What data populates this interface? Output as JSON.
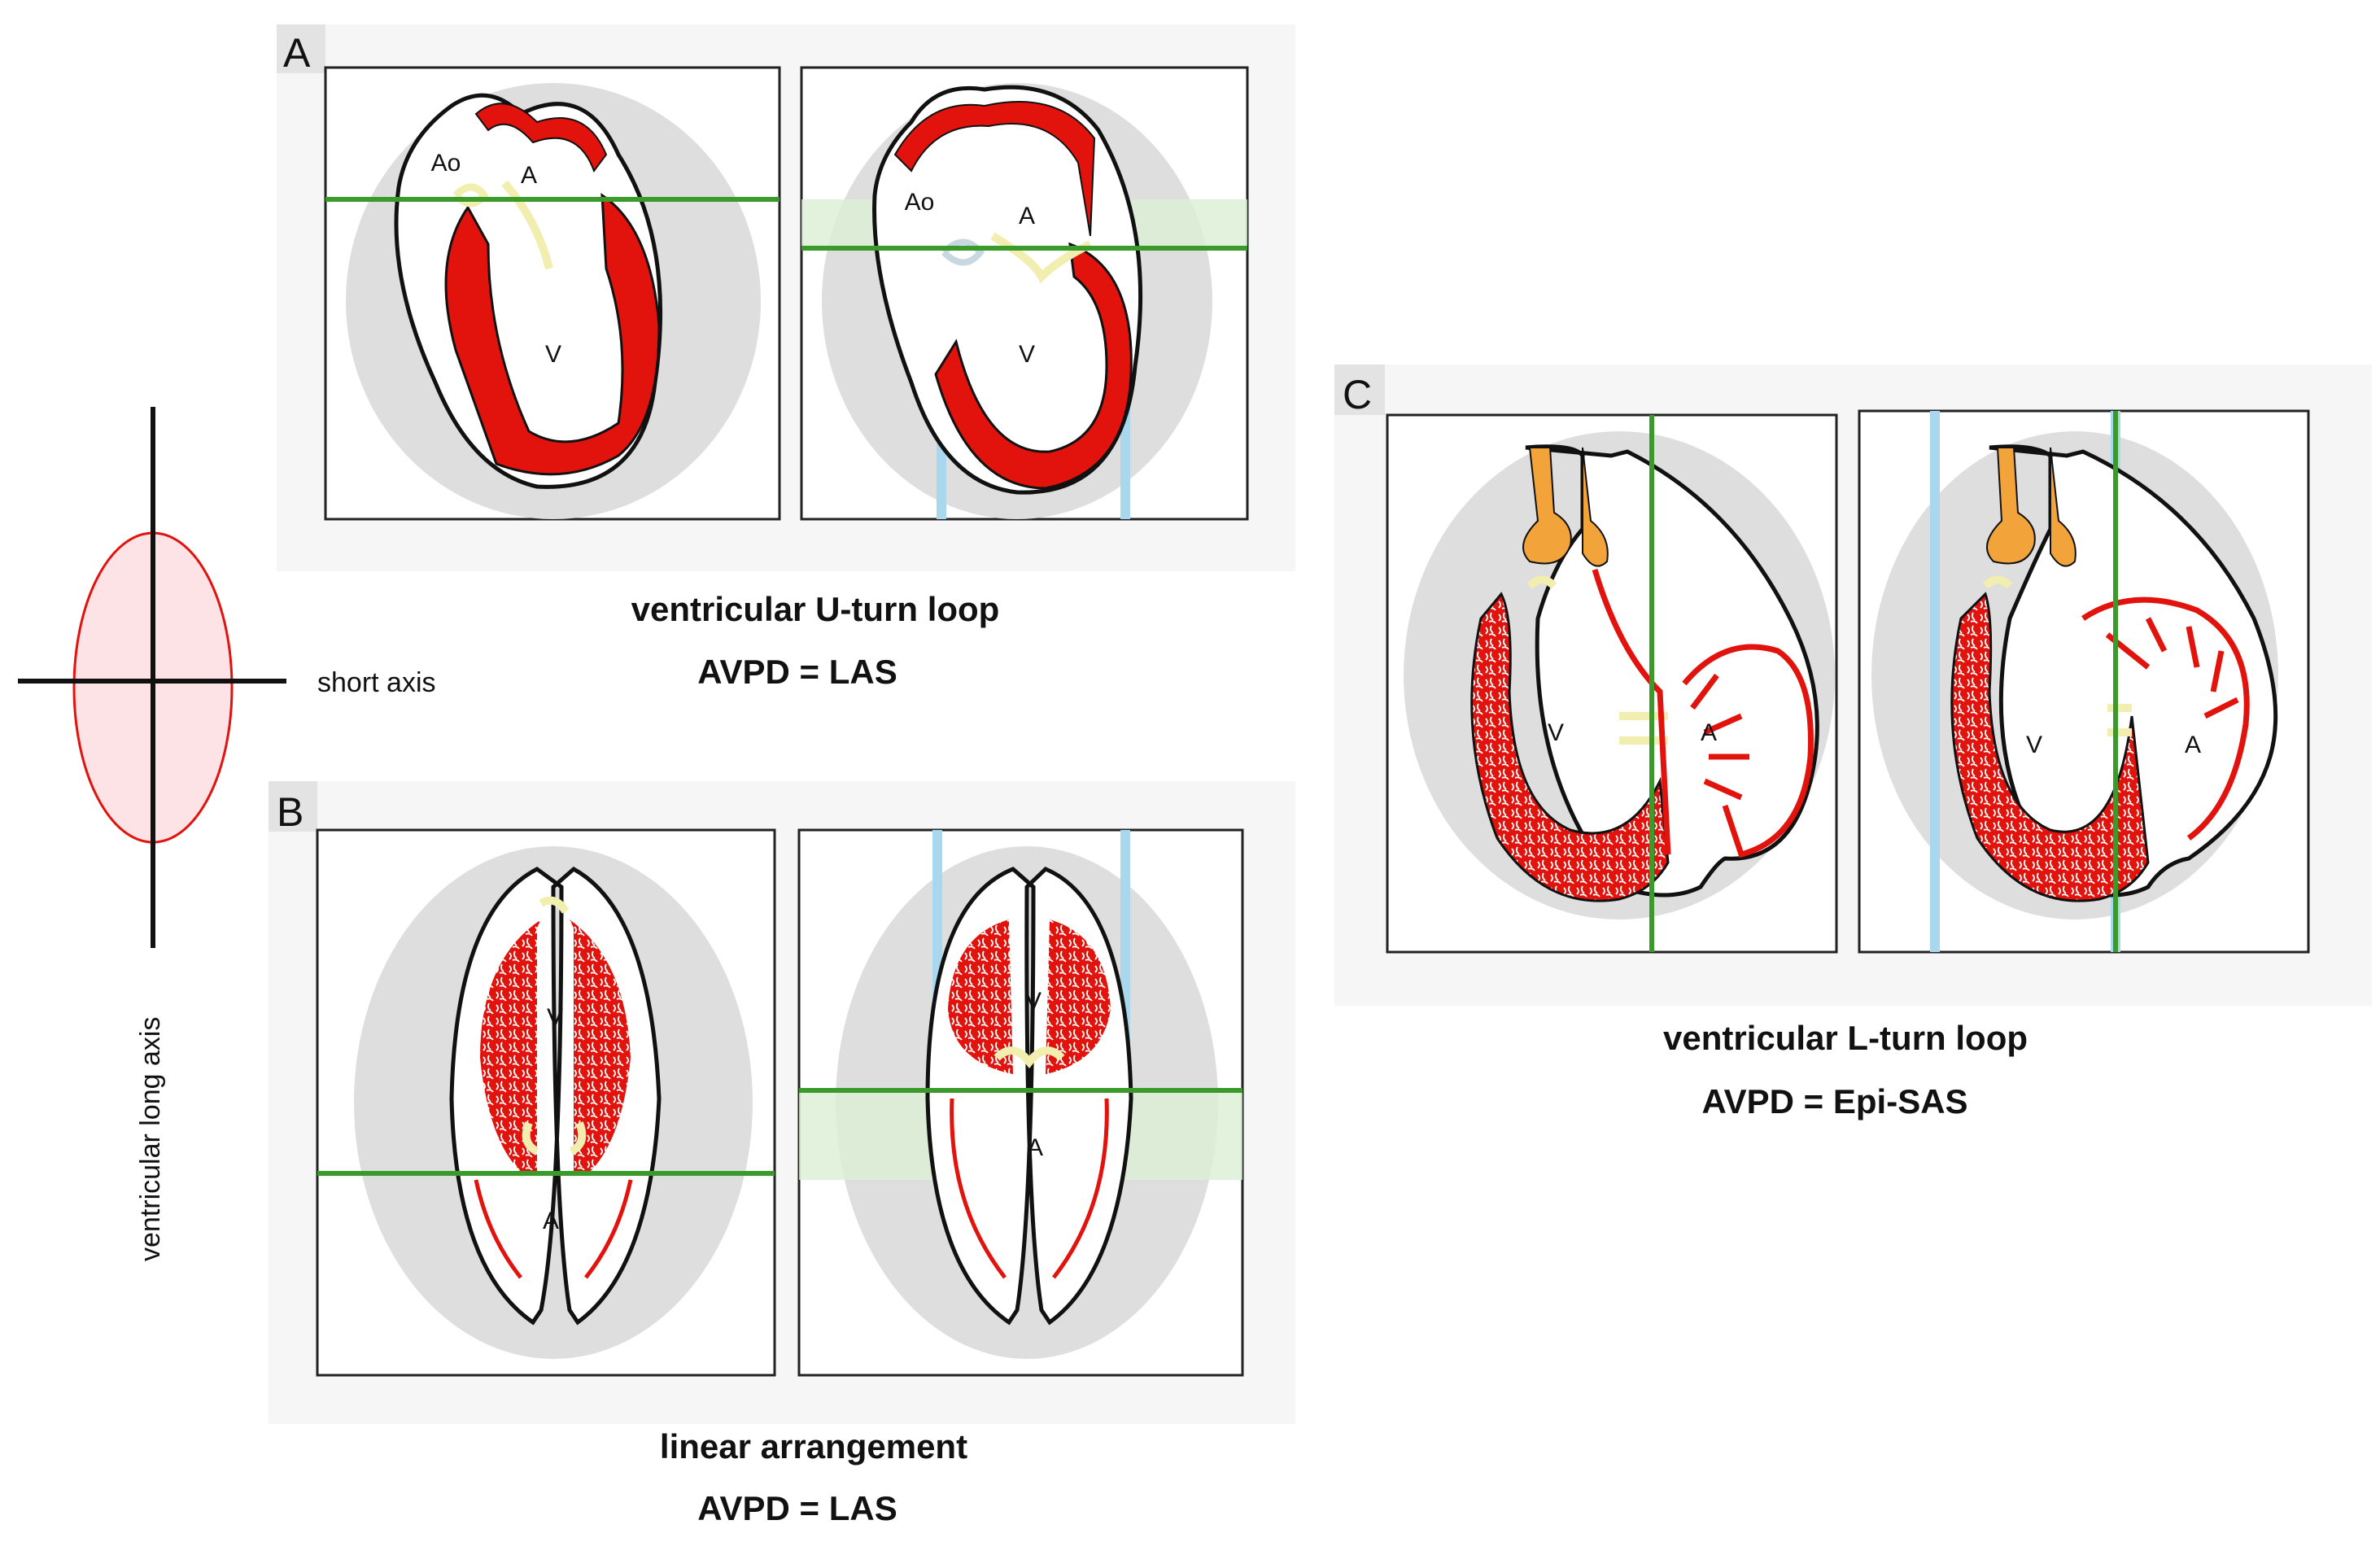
{
  "panels": {
    "A": {
      "label": "A",
      "caption_line1": "ventricular U-turn loop",
      "caption_line2": "AVPD = LAS"
    },
    "B": {
      "label": "B",
      "caption_line1": "linear arrangement",
      "caption_line2": "AVPD = LAS"
    },
    "C": {
      "label": "C",
      "caption_line1": "ventricular L-turn loop",
      "caption_line2": "AVPD = Epi-SAS"
    }
  },
  "chambers": {
    "ventricle": "V",
    "atrium": "A",
    "aorta": "Ao"
  },
  "axes": {
    "short_axis": "short axis",
    "long_axis": "ventricular long axis"
  },
  "colors": {
    "myocardium": "#e2120d",
    "cushion": "#f1eeb0",
    "outflow": "#f2a43a",
    "plane_green": "#3a9a2a",
    "plane_blue": "#a9d8ee",
    "shadow": "#d9d9d9",
    "panel_bg": "#f6f6f6"
  }
}
